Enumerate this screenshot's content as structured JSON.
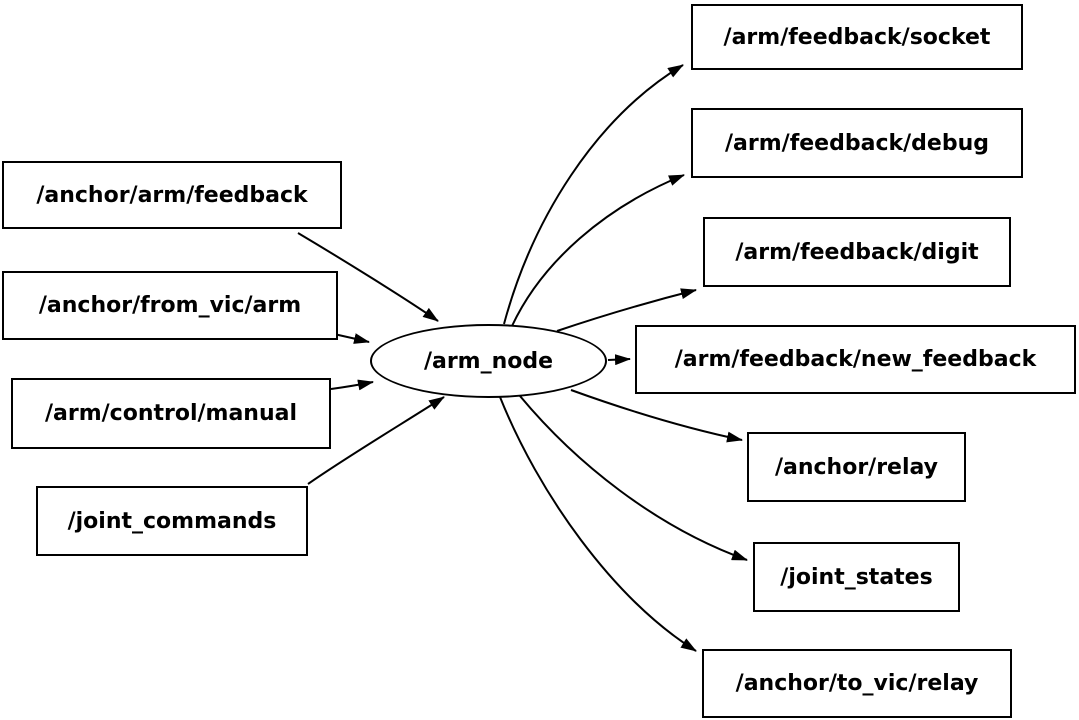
{
  "graph": {
    "node": {
      "label": "/arm_node"
    },
    "input_topics": [
      {
        "label": "/anchor/arm/feedback"
      },
      {
        "label": "/anchor/from_vic/arm"
      },
      {
        "label": "/arm/control/manual"
      },
      {
        "label": "/joint_commands"
      }
    ],
    "output_topics": [
      {
        "label": "/arm/feedback/socket"
      },
      {
        "label": "/arm/feedback/debug"
      },
      {
        "label": "/arm/feedback/digit"
      },
      {
        "label": "/arm/feedback/new_feedback"
      },
      {
        "label": "/anchor/relay"
      },
      {
        "label": "/joint_states"
      },
      {
        "label": "/anchor/to_vic/relay"
      }
    ],
    "edges": [
      {
        "from": "/anchor/arm/feedback",
        "to": "/arm_node"
      },
      {
        "from": "/anchor/from_vic/arm",
        "to": "/arm_node"
      },
      {
        "from": "/arm/control/manual",
        "to": "/arm_node"
      },
      {
        "from": "/joint_commands",
        "to": "/arm_node"
      },
      {
        "from": "/arm_node",
        "to": "/arm/feedback/socket"
      },
      {
        "from": "/arm_node",
        "to": "/arm/feedback/debug"
      },
      {
        "from": "/arm_node",
        "to": "/arm/feedback/digit"
      },
      {
        "from": "/arm_node",
        "to": "/arm/feedback/new_feedback"
      },
      {
        "from": "/arm_node",
        "to": "/anchor/relay"
      },
      {
        "from": "/arm_node",
        "to": "/joint_states"
      },
      {
        "from": "/arm_node",
        "to": "/anchor/to_vic/relay"
      }
    ],
    "colors": {
      "background": "#ffffff",
      "stroke": "#000000",
      "text": "#000000",
      "node_fill": "#ffffff"
    }
  }
}
